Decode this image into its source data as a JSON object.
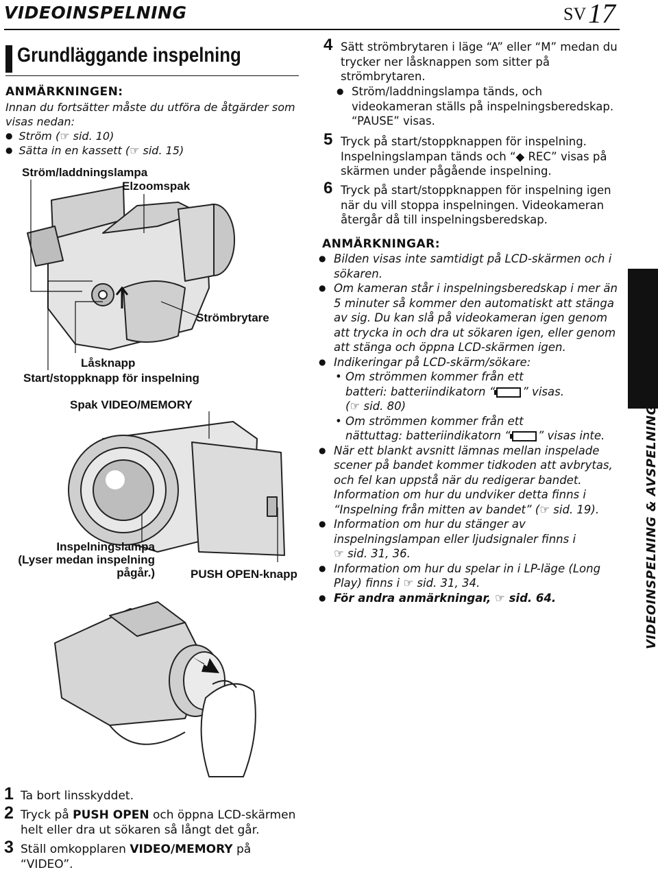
{
  "header": {
    "title": "VIDEOINSPELNING",
    "lang": "SV",
    "page": "17"
  },
  "section_title": "Grundläggande inspelning",
  "notes": {
    "heading": "ANMÄRKNINGEN:",
    "intro_1": "Innan du fortsätter måste du utföra de åtgärder som",
    "intro_2": "visas nedan:",
    "bullet_1": "Ström (☞ sid. 10)",
    "bullet_2": "Sätta in en kassett (☞ sid. 15)"
  },
  "callouts": {
    "power_lamp": "Ström/laddningslampa",
    "zoom": "Elzoomspak",
    "power_switch": "Strömbrytare",
    "lock_button": "Låsknapp",
    "start_stop": "Start/stoppknapp för inspelning",
    "video_memory": "Spak VIDEO/MEMORY",
    "rec_lamp_1": "Inspelningslampa",
    "rec_lamp_2": "(Lyser medan inspelning",
    "rec_lamp_3": "pågår.)",
    "push_open": "PUSH OPEN-knapp"
  },
  "steps_right": {
    "s4_num": "4",
    "s4_l1": "Sätt strömbrytaren i läge “A” eller “M” medan du",
    "s4_l2": "trycker ner låsknappen som sitter på",
    "s4_l3": "strömbrytaren.",
    "s4_b1_l1": "Ström/laddningslampa tänds, och",
    "s4_b1_l2": "videokameran ställs på inspelningsberedskap.",
    "s4_b1_l3": "“PAUSE” visas.",
    "s5_num": "5",
    "s5_l1": "Tryck på start/stoppknappen för inspelning.",
    "s5_l2": "Inspelningslampan tänds och “◆ REC” visas på",
    "s5_l3": "skärmen under pågående inspelning.",
    "s6_num": "6",
    "s6_l1": "Tryck på start/stoppknappen för inspelning igen",
    "s6_l2": "när du vill stoppa inspelningen. Videokameran",
    "s6_l3": "återgår då till inspelningsberedskap."
  },
  "remarks": {
    "heading": "ANMÄRKNINGAR:",
    "r1_l1": "Bilden visas inte samtidigt på LCD-skärmen och i",
    "r1_l2": "sökaren.",
    "r2_l1": "Om kameran står i inspelningsberedskap i mer än",
    "r2_l2": "5 minuter så kommer den automatiskt att stänga",
    "r2_l3": "av sig. Du kan slå på videokameran igen genom",
    "r2_l4": "att trycka in och dra ut sökaren igen, eller genom",
    "r2_l5": "att stänga och öppna LCD-skärmen igen.",
    "r3_l1": "Indikeringar på LCD-skärm/sökare:",
    "r3_s1_l1": "• Om strömmen kommer från ett",
    "r3_s1_l2a": "batteri: batteriindikatorn “",
    "r3_s1_l2b": "” visas.",
    "r3_s1_l3": "(☞ sid. 80)",
    "r3_s2_l1": "• Om strömmen kommer från ett",
    "r3_s2_l2a": "nättuttag: batteriindikatorn “",
    "r3_s2_l2b": "” visas inte.",
    "r4_l1": "När ett blankt avsnitt lämnas mellan inspelade",
    "r4_l2": "scener på bandet kommer tidkoden att avbrytas,",
    "r4_l3": "och fel kan uppstå när du redigerar bandet.",
    "r4_l4": "Information om hur du undviker detta finns i",
    "r4_l5": "“Inspelning från mitten av bandet” (☞ sid. 19).",
    "r5_l1": "Information om hur du stänger av",
    "r5_l2": "inspelningslampan eller ljudsignaler finns i",
    "r5_l3": "☞ sid. 31, 36.",
    "r6_l1": "Information om hur du spelar in i LP-läge (Long",
    "r6_l2": "Play) finns i ☞ sid. 31, 34.",
    "r7_l1": "För andra anmärkningar, ☞ sid. 64."
  },
  "side_label": "VIDEOINSPELNING & AVSPELNING",
  "steps_bottom": {
    "s1_num": "1",
    "s1_text": "Ta bort linsskyddet.",
    "s2_num": "2",
    "s2_pre": "Tryck på ",
    "s2_bold": "PUSH OPEN",
    "s2_post": " och öppna LCD-skärmen",
    "s2_l2": "helt eller dra ut sökaren så långt det går.",
    "s3_num": "3",
    "s3_pre": "Ställ omkopplaren ",
    "s3_bold": "VIDEO/MEMORY",
    "s3_post": " på",
    "s3_l2": "“VIDEO”."
  }
}
